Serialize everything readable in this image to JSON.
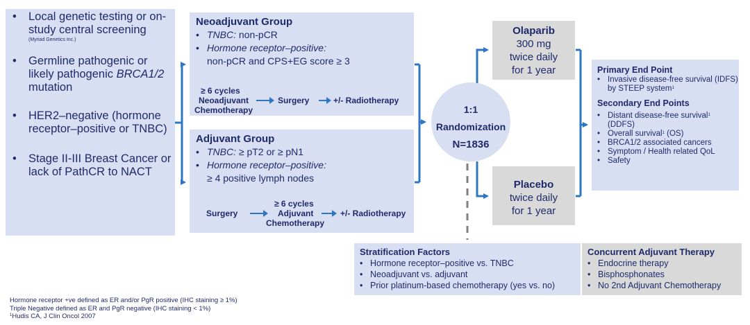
{
  "eligibility": {
    "items": [
      {
        "text": "Local genetic testing or on-study central screening",
        "note": "(Myriad Genetics Inc.)"
      },
      {
        "text_pre": "Germline pathogenic or likely pathogenic ",
        "text_italic": "BRCA1/2",
        "text_post": " mutation"
      },
      {
        "text": "HER2–negative (hormone receptor–positive or TNBC)"
      },
      {
        "text": "Stage II-III Breast Cancer or lack of PathCR to NACT"
      }
    ]
  },
  "neoadjuvant": {
    "title": "Neoadjuvant Group",
    "criteria": [
      {
        "label": "TNBC:",
        "value": " non-pCR"
      },
      {
        "label": "Hormone receptor–positive:",
        "value": "non-pCR and CPS+EG score ≥ 3"
      }
    ],
    "flow": {
      "cycles": "≥ 6 cycles",
      "step1": "Neoadjuvant",
      "step1b": "Chemotherapy",
      "step2": "Surgery",
      "step3": "+/- Radiotherapy"
    }
  },
  "adjuvant": {
    "title": "Adjuvant Group",
    "criteria": [
      {
        "label": "TNBC:",
        "value": " ≥ pT2 or ≥ pN1"
      },
      {
        "label": "Hormone receptor–positive:",
        "value": "≥ 4 positive lymph nodes"
      }
    ],
    "flow": {
      "step1": "Surgery",
      "cycles": "≥ 6 cycles",
      "step2": "Adjuvant",
      "step2b": "Chemotherapy",
      "step3": "+/- Radiotherapy"
    }
  },
  "randomization": {
    "ratio": "1:1",
    "label": "Randomization",
    "n": "N=1836"
  },
  "arms": [
    {
      "name": "Olaparib",
      "lines": [
        "300 mg",
        "twice daily",
        "for 1 year"
      ]
    },
    {
      "name": "Placebo",
      "lines": [
        "twice daily",
        "for 1 year"
      ]
    }
  ],
  "endpoints": {
    "primary_title": "Primary End Point",
    "primary": [
      {
        "text": "Invasive disease-free survival (IDFS) by STEEP system",
        "sup": "1"
      }
    ],
    "secondary_title": "Secondary End Points",
    "secondary": [
      {
        "text": "Distant disease-free survival",
        "sup": "1",
        "post": " (DDFS)"
      },
      {
        "text": "Overall survival",
        "sup": "1",
        "post": " (OS)"
      },
      {
        "text": "BRCA1/2 associated cancers"
      },
      {
        "text": "Symptom  / Health related QoL"
      },
      {
        "text": "Safety"
      }
    ]
  },
  "stratification": {
    "title": "Stratification Factors",
    "items": [
      "Hormone receptor–positive vs. TNBC",
      "Neoadjuvant vs. adjuvant",
      "Prior platinum-based chemotherapy (yes vs. no)"
    ]
  },
  "concurrent": {
    "title": "Concurrent Adjuvant Therapy",
    "items": [
      "Endocrine therapy",
      "Bisphosphonates",
      "No 2nd Adjuvant Chemotherapy"
    ]
  },
  "footnotes": {
    "line1": "Hormone  receptor +ve defined as ER and/or PgR positive (IHC staining ≥ 1%)",
    "line2": "Triple Negative defined as ER and PgR negative (IHC staining < 1%)",
    "ref_sup": "1",
    "line3": "Hudis  CA, J Clin  Oncol 2007"
  },
  "colors": {
    "text": "#1f2a6b",
    "box_blue": "#d9dff2",
    "box_grey": "#d9d9d9",
    "connector": "#2e75c2",
    "dashed": "#7f7f7f"
  },
  "bullet": "•"
}
